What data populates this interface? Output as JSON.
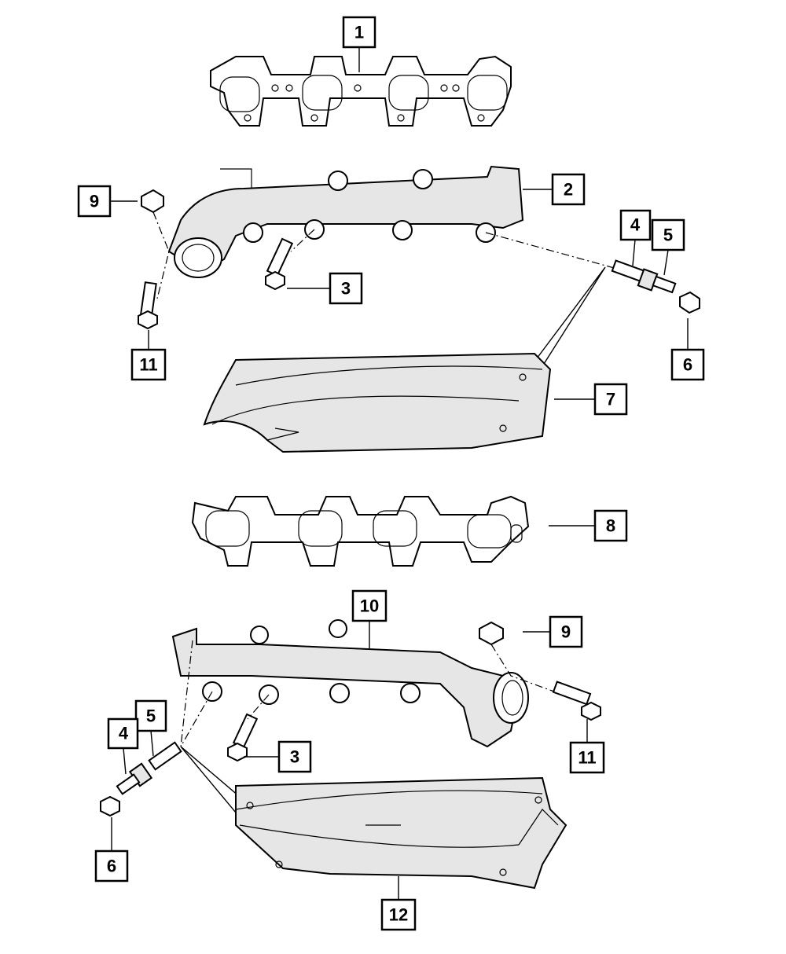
{
  "diagram": {
    "callouts": {
      "c1": "1",
      "c2": "2",
      "c3a": "3",
      "c4a": "4",
      "c5a": "5",
      "c6a": "6",
      "c7": "7",
      "c8": "8",
      "c9a": "9",
      "c10": "10",
      "c11a": "11",
      "c9b": "9",
      "c3b": "3",
      "c11b": "11",
      "c5b": "5",
      "c4b": "4",
      "c6b": "6",
      "c12": "12"
    }
  }
}
